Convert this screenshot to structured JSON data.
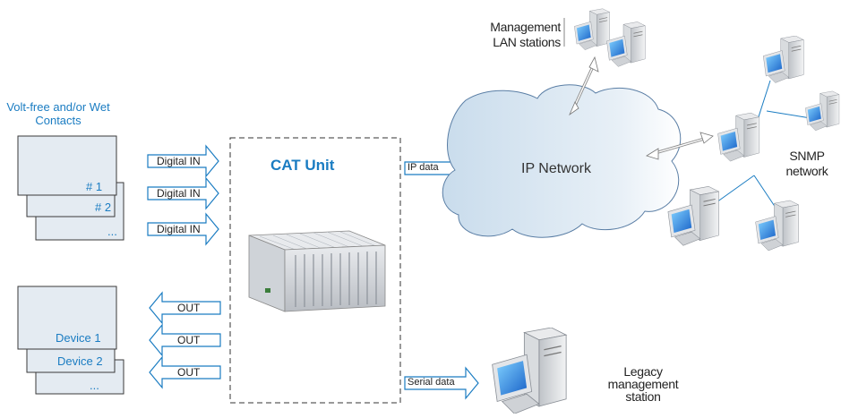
{
  "contacts": {
    "title": "Volt-free and/or Wet\nContacts",
    "items": [
      "# 1",
      "# 2",
      "..."
    ]
  },
  "devices": {
    "items": [
      "Device 1",
      "Device 2",
      "..."
    ]
  },
  "inputs": [
    "Digital IN",
    "Digital IN",
    "Digital IN"
  ],
  "outputs": [
    "OUT",
    "OUT",
    "OUT"
  ],
  "cat_unit": {
    "title": "CAT Unit"
  },
  "links": {
    "ip_data": "IP data",
    "serial_data": "Serial data"
  },
  "network": {
    "title": "IP Network"
  },
  "management": {
    "title": "Management\nLAN stations"
  },
  "snmp": {
    "title": "SNMP\nnetwork"
  },
  "legacy": {
    "title": "Legacy\nmanagement\nstation"
  },
  "colors": {
    "accent": "#1a7cc2",
    "card_fill": "#e4ebf2",
    "cloud_fill": "#c9dcec"
  }
}
